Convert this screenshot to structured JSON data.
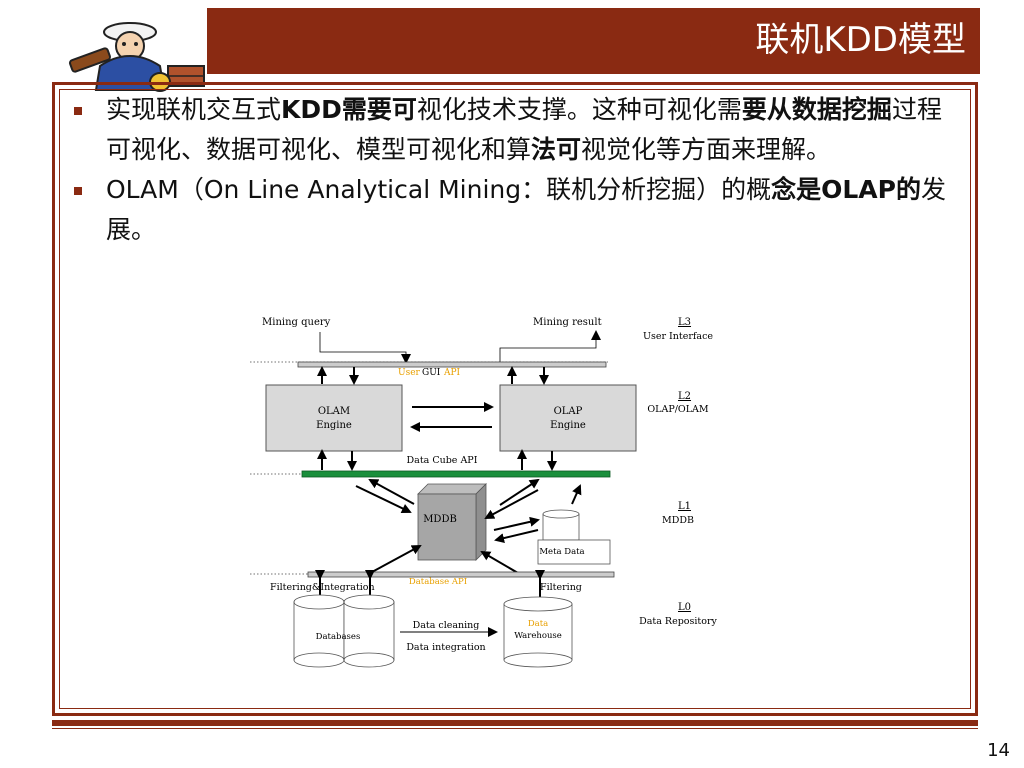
{
  "title": "联机KDD模型",
  "bullets": [
    {
      "parts": [
        {
          "text": "实现联机交互式",
          "bold": false
        },
        {
          "text": "KDD需要可",
          "bold": true
        },
        {
          "text": "视化技术支撑。这种可视化需",
          "bold": false
        },
        {
          "text": "要从数据挖掘",
          "bold": true
        },
        {
          "text": "过程可视化、数据可视化、模型可视化和算",
          "bold": false
        },
        {
          "text": "法可",
          "bold": true
        },
        {
          "text": "视觉化等方面来理解。",
          "bold": false
        }
      ]
    },
    {
      "parts": [
        {
          "text": "OLAM（On Line Analytical Mining：联机分析挖掘）的概",
          "bold": false
        },
        {
          "text": "念是OLAP的",
          "bold": true
        },
        {
          "text": "发展。",
          "bold": false
        }
      ]
    }
  ],
  "diagram": {
    "mining_query": "Mining query",
    "mining_result": "Mining result",
    "l3": "L3",
    "l3_label": "User Interface",
    "user_gui_api": {
      "user": "User",
      "gui": "GUI",
      "api": "API"
    },
    "olam_engine": [
      "OLAM",
      "Engine"
    ],
    "olap_engine": [
      "OLAP",
      "Engine"
    ],
    "l2": "L2",
    "l2_label": "OLAP/OLAM",
    "data_cube_api": "Data Cube API",
    "mddb": "MDDB",
    "meta_data": "Meta Data",
    "l1": "L1",
    "l1_label": "MDDB",
    "database_api": "Database API",
    "filtering_integration": "Filtering&Integration",
    "filtering": "Filtering",
    "l0": "L0",
    "l0_label": "Data Repository",
    "databases": "Databases",
    "data_cleaning": "Data cleaning",
    "data_integration": "Data integration",
    "data_warehouse": [
      "Data",
      "Warehouse"
    ]
  },
  "colors": {
    "brand": "#8a2a12",
    "api_orange": "#e8a000",
    "cube_green": "#1a8f3c",
    "engine_gray": "#d9d9d9"
  },
  "page_number": "14"
}
